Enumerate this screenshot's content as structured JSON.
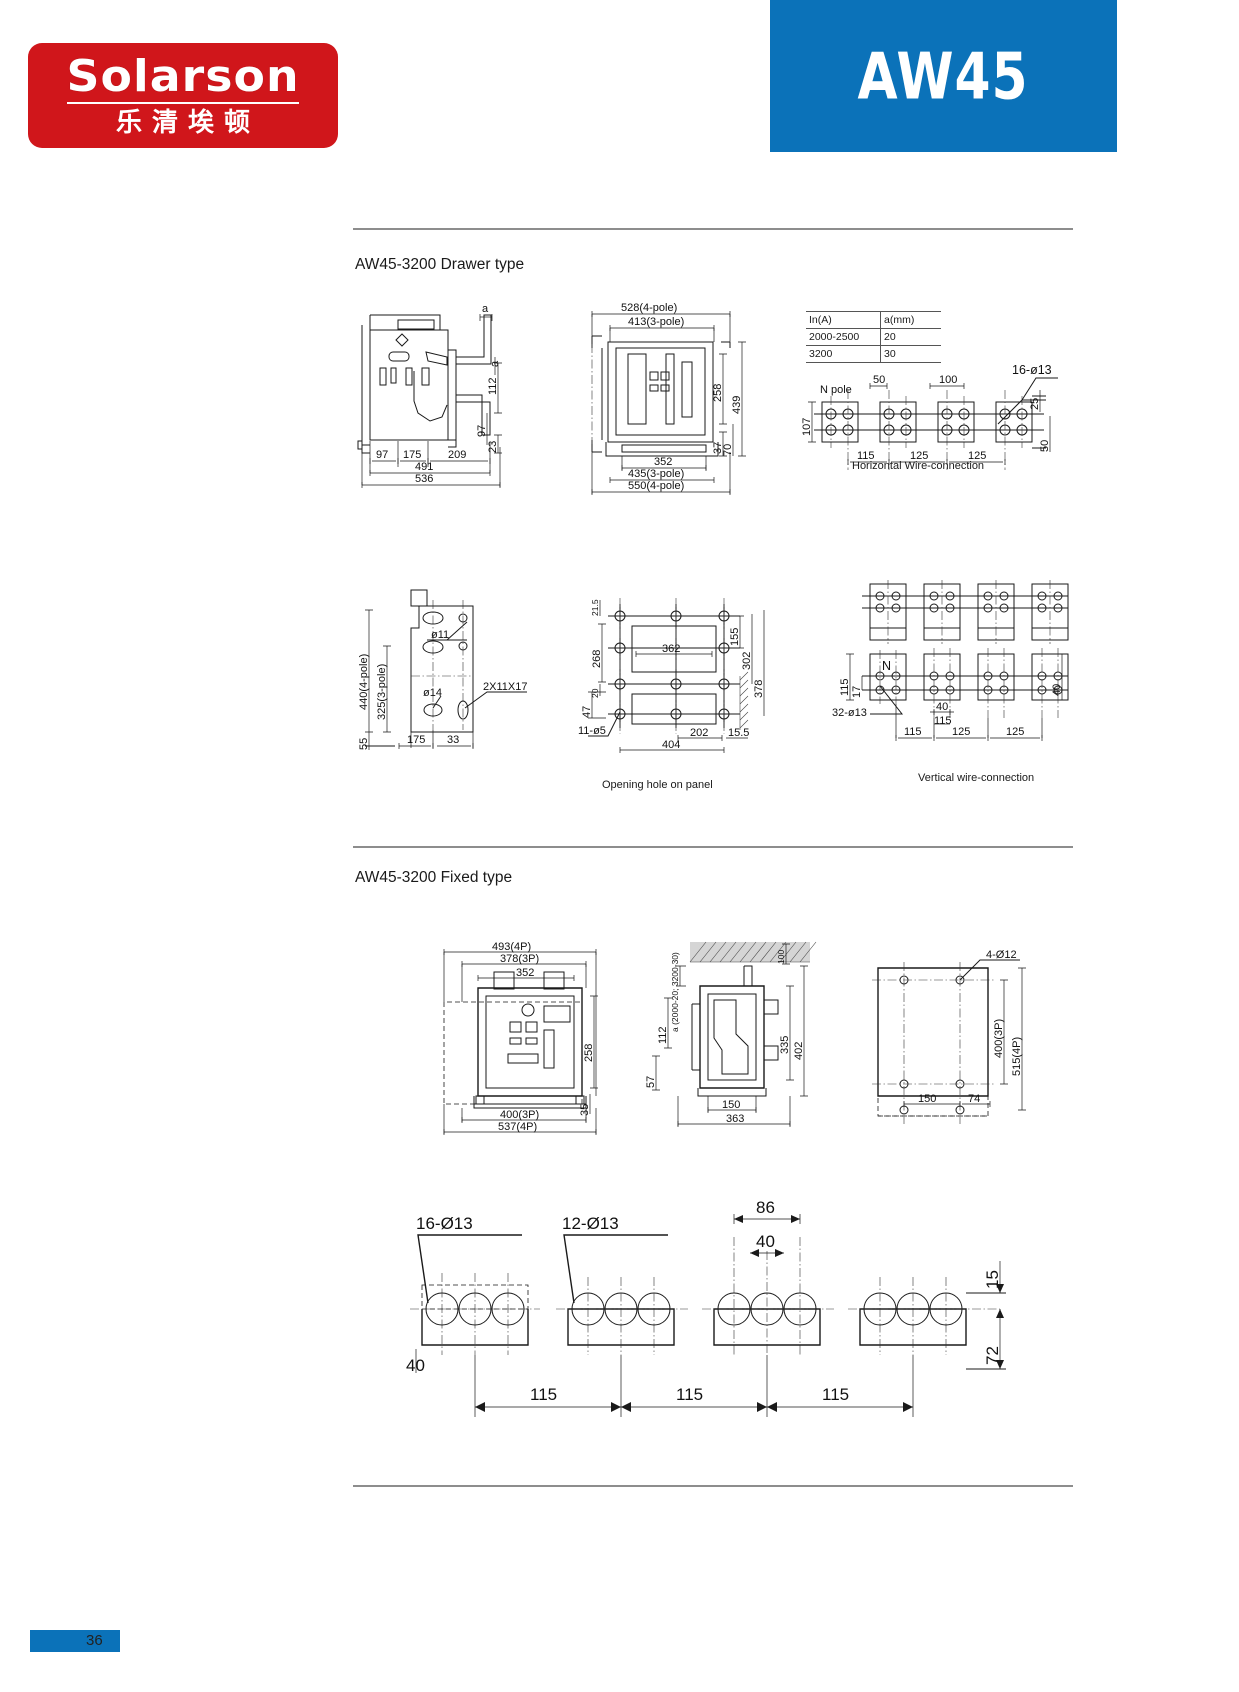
{
  "header": {
    "logo_word": "Solarson",
    "logo_chinese": "乐清埃顿",
    "model": "AW45"
  },
  "footer": {
    "page_number": "36"
  },
  "colors": {
    "brand_red": "#d0161b",
    "brand_blue": "#0b72b9",
    "line": "#1a1a1a",
    "rule": "#8d8d8d"
  },
  "sections": [
    {
      "title": "AW45-3200  Drawer type"
    },
    {
      "title": "AW45-3200 Fixed type"
    }
  ],
  "spec_table": {
    "headers": [
      "In(A)",
      "a(mm)"
    ],
    "rows": [
      [
        "2000-2500",
        "20"
      ],
      [
        "3200",
        "30"
      ]
    ]
  },
  "drawer": {
    "side_view": {
      "dims": [
        "97",
        "175",
        "209",
        "491",
        "536",
        "112",
        "97",
        "23",
        "a"
      ]
    },
    "front_view": {
      "dims": [
        "528(4-pole)",
        "413(3-pole)",
        "352",
        "435(3-pole)",
        "550(4-pole)",
        "258",
        "439",
        "37",
        "70"
      ]
    },
    "horizontal_wire": {
      "caption": "Horizontal Wire-connection",
      "labels": [
        "N pole",
        "16-ø13"
      ],
      "dims": [
        "107",
        "50",
        "100",
        "115",
        "125",
        "125",
        "25",
        "50"
      ]
    },
    "mounting_plate": {
      "dims": [
        "440(4-pole)",
        "325(3-pole)",
        "55",
        "175",
        "33",
        "ø11",
        "ø14",
        "2X11X17"
      ]
    },
    "opening_hole": {
      "caption": "Opening hole on panel",
      "dims": [
        "21.5",
        "268",
        "20",
        "47",
        "362",
        "155",
        "302",
        "378",
        "202",
        "404",
        "15.5",
        "11-ø5"
      ]
    },
    "vertical_wire": {
      "caption": "Vertical wire-connection",
      "labels": [
        "N",
        "32-ø13"
      ],
      "dims": [
        "115",
        "17",
        "40",
        "40",
        "115",
        "115",
        "125",
        "125"
      ]
    }
  },
  "fixed": {
    "front_view": {
      "dims": [
        "493(4P)",
        "378(3P)",
        "352",
        "258",
        "35",
        "400(3P)",
        "537(4P)"
      ]
    },
    "side_view": {
      "dims": [
        "100",
        "a (2000-20; 3200-30)",
        "112",
        "57",
        "335",
        "402",
        "150",
        "363"
      ]
    },
    "mounting_view": {
      "dims": [
        "4-Ø12",
        "400(3P)",
        "515(4P)",
        "150",
        "74"
      ]
    },
    "terminal_patterns": {
      "labels": [
        "16-Ø13",
        "12-Ø13"
      ],
      "dims": [
        "86",
        "40",
        "40",
        "15",
        "72",
        "115",
        "115",
        "115"
      ]
    }
  }
}
